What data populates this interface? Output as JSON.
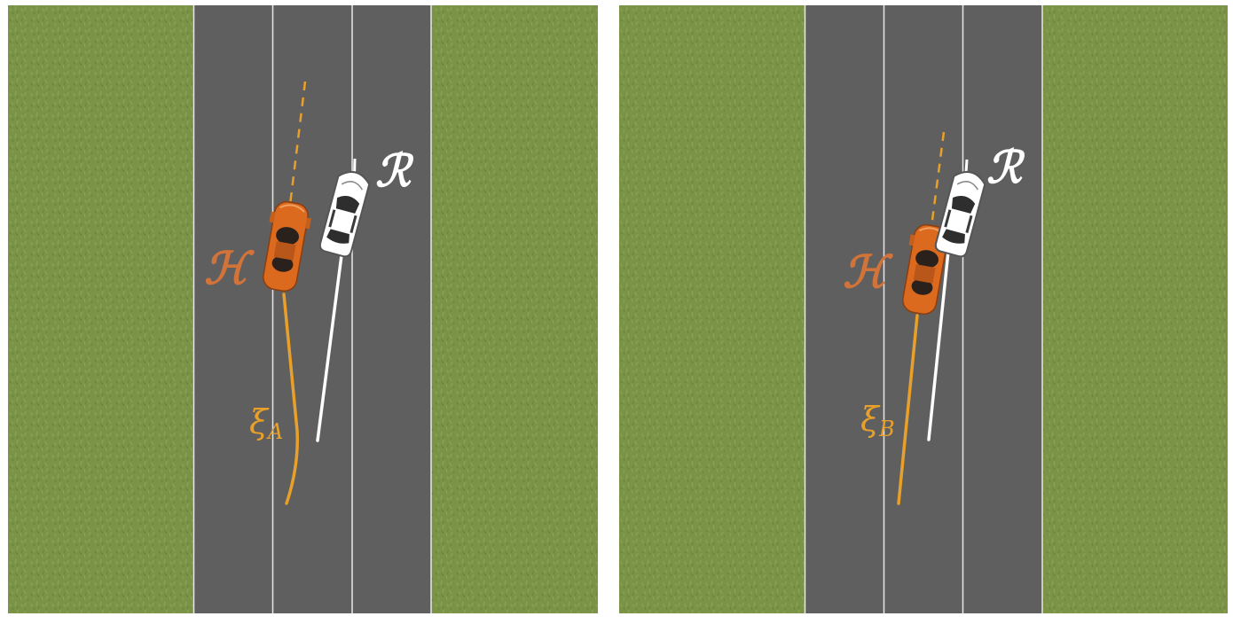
{
  "colors": {
    "grass": "#7a9346",
    "road": "#5f5f5f",
    "lane_line": "#e8e8e8",
    "human": "#dc6a1e",
    "human_label": "#d2733a",
    "trajectory": "#e8a02a",
    "robot": "#ffffff"
  },
  "panels": [
    {
      "id": "A",
      "human_label": "ℋ",
      "robot_label": "ℛ",
      "traj_symbol": "ξ",
      "traj_subscript": "A"
    },
    {
      "id": "B",
      "human_label": "ℋ",
      "robot_label": "ℛ",
      "traj_symbol": "ξ",
      "traj_subscript": "B"
    }
  ],
  "icons": {
    "human_car": "orange-sports-car-icon",
    "robot_car": "white-car-icon"
  }
}
